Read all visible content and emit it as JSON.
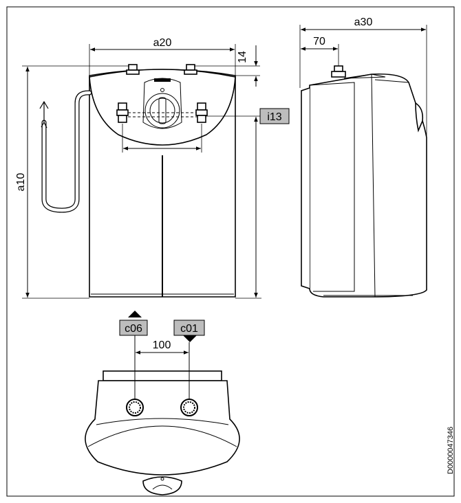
{
  "dimensions": {
    "a20": "a20",
    "a10": "a10",
    "a30": "a30",
    "d14": "14",
    "d70": "70",
    "d100": "100"
  },
  "callouts": {
    "i13": "i13",
    "c06": "c06",
    "c01": "c01"
  },
  "document_id": "D0000047346"
}
